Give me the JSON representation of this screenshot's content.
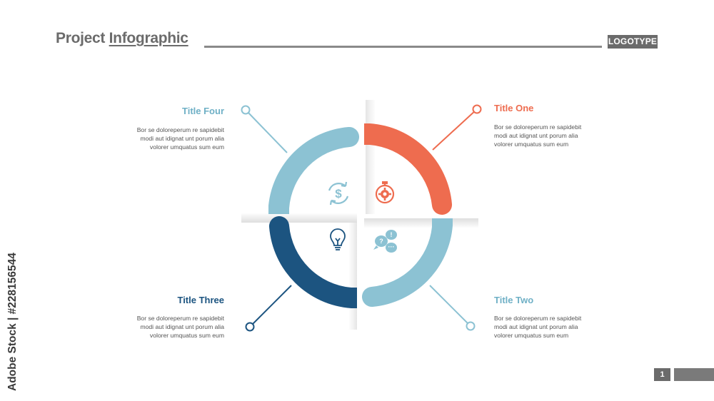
{
  "header": {
    "title_plain": "Project ",
    "title_underlined": "Infographic",
    "logotype": "LOGOTYPE"
  },
  "colors": {
    "one": "#ee6c4f",
    "two": "#8cc2d3",
    "three": "#1c5480",
    "four": "#8cc2d3",
    "title_one": "#ee6c4f",
    "title_two": "#6fb0c6",
    "title_three": "#1c5480",
    "title_four": "#6fb0c6"
  },
  "segments": [
    {
      "id": "one",
      "title": "Title One",
      "body": "Bor se doloreperum re sapidebit modi aut idignat unt porum alia volorer umquatus sum eum",
      "icon": "stopwatch-gear-icon"
    },
    {
      "id": "two",
      "title": "Title Two",
      "body": "Bor se doloreperum re sapidebit modi aut idignat unt porum alia volorer umquatus sum eum",
      "icon": "chat-bubbles-icon"
    },
    {
      "id": "three",
      "title": "Title Three",
      "body": "Bor se doloreperum re sapidebit modi aut idignat unt porum alia volorer umquatus sum eum",
      "icon": "lightbulb-icon"
    },
    {
      "id": "four",
      "title": "Title Four",
      "body": "Bor se doloreperum re sapidebit modi aut idignat unt porum alia volorer umquatus sum eum",
      "icon": "dollar-cycle-icon"
    }
  ],
  "watermark": {
    "side_text": "Adobe Stock | #228156544"
  },
  "footer": {
    "page_number": "1"
  }
}
